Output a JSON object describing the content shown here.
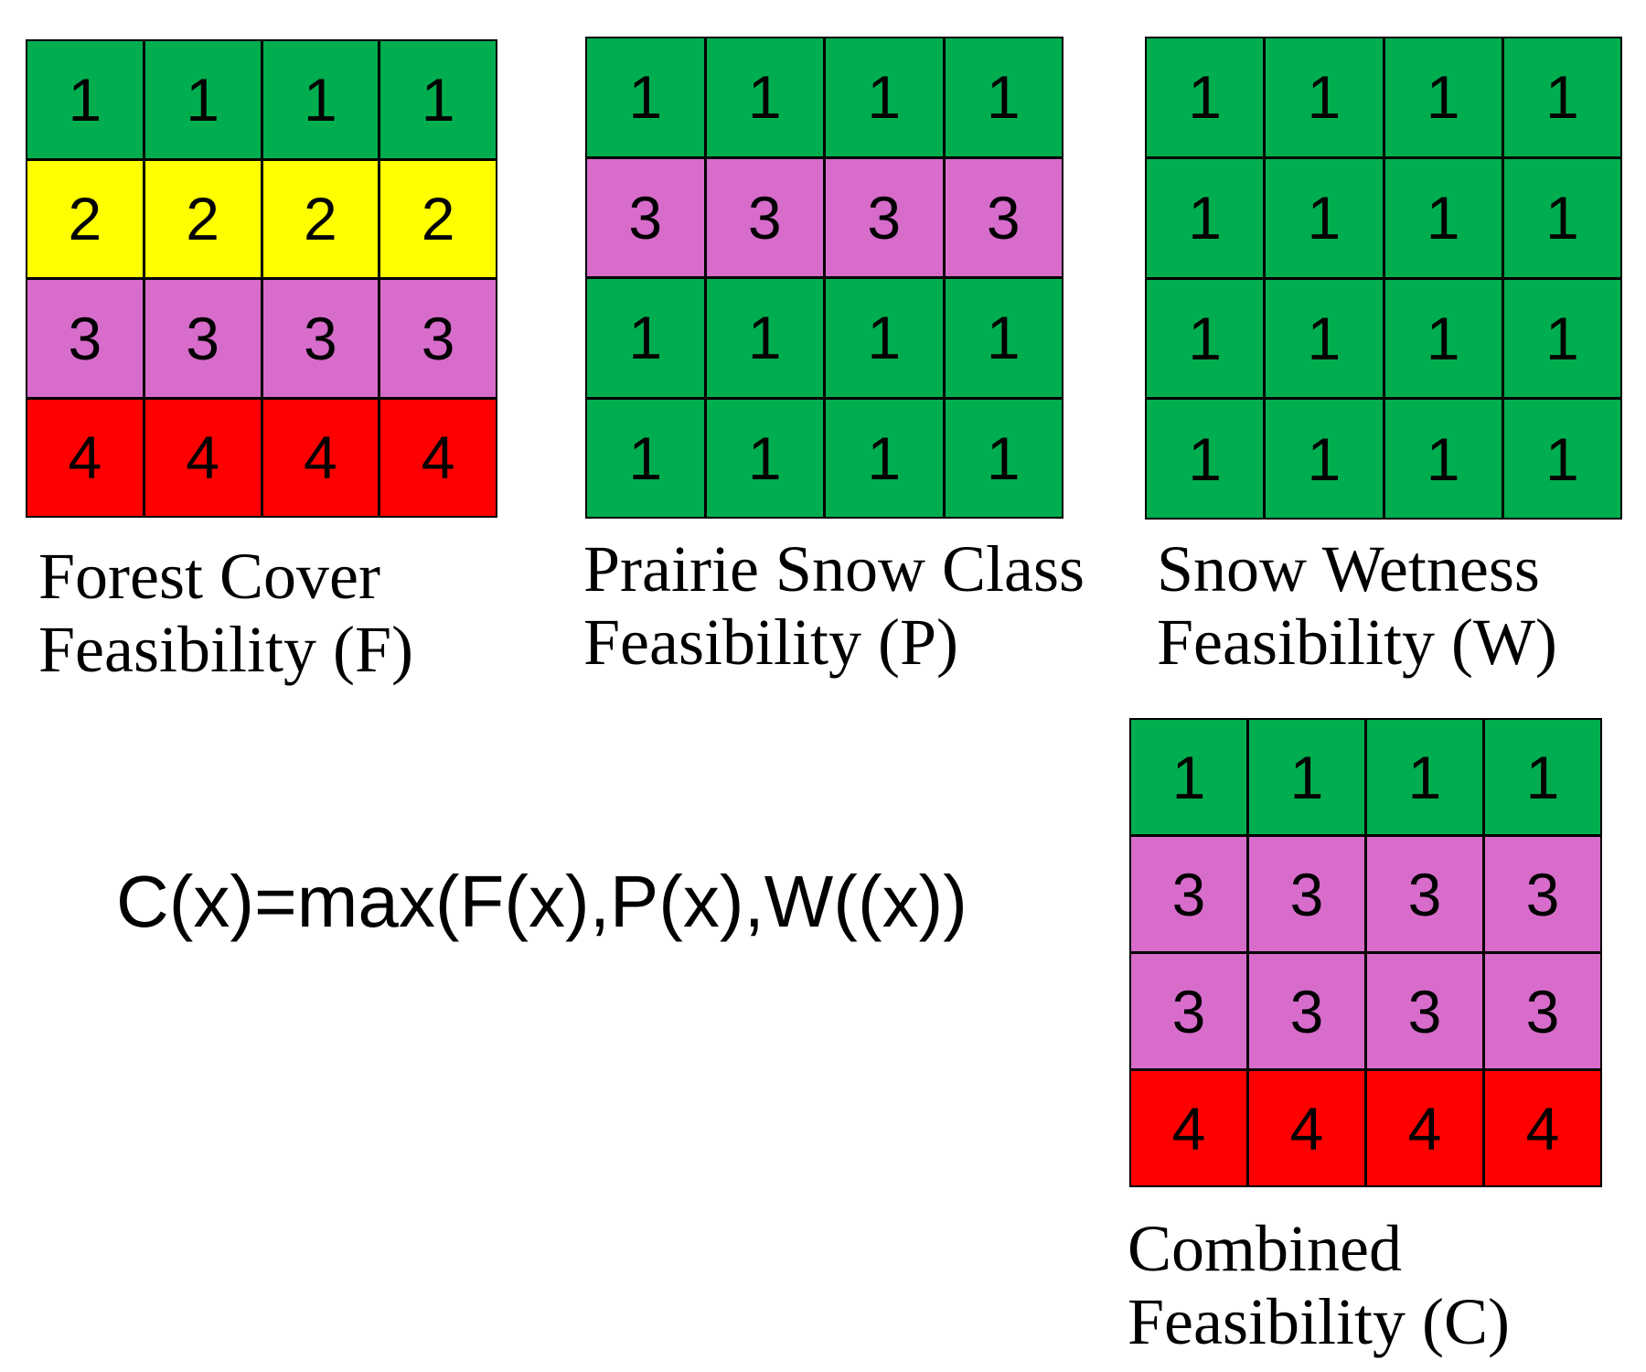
{
  "colors": {
    "1": "#00ad4f",
    "2": "#ffff00",
    "3": "#d76ccb",
    "4": "#ff0000"
  },
  "grids": [
    {
      "id": "forest-cover",
      "caption": [
        "Forest Cover",
        "Feasibility (F)"
      ],
      "cells": [
        [
          1,
          1,
          1,
          1
        ],
        [
          2,
          2,
          2,
          2
        ],
        [
          3,
          3,
          3,
          3
        ],
        [
          4,
          4,
          4,
          4
        ]
      ]
    },
    {
      "id": "prairie-snow-class",
      "caption": [
        "Prairie Snow Class",
        "Feasibility (P)"
      ],
      "cells": [
        [
          1,
          1,
          1,
          1
        ],
        [
          3,
          3,
          3,
          3
        ],
        [
          1,
          1,
          1,
          1
        ],
        [
          1,
          1,
          1,
          1
        ]
      ]
    },
    {
      "id": "snow-wetness",
      "caption": [
        "Snow Wetness",
        "Feasibility (W)"
      ],
      "cells": [
        [
          1,
          1,
          1,
          1
        ],
        [
          1,
          1,
          1,
          1
        ],
        [
          1,
          1,
          1,
          1
        ],
        [
          1,
          1,
          1,
          1
        ]
      ]
    },
    {
      "id": "combined",
      "caption": [
        "Combined",
        "Feasibility (C)"
      ],
      "cells": [
        [
          1,
          1,
          1,
          1
        ],
        [
          3,
          3,
          3,
          3
        ],
        [
          3,
          3,
          3,
          3
        ],
        [
          4,
          4,
          4,
          4
        ]
      ]
    }
  ],
  "formula": "C(x)=max(F(x),P(x),W((x))"
}
